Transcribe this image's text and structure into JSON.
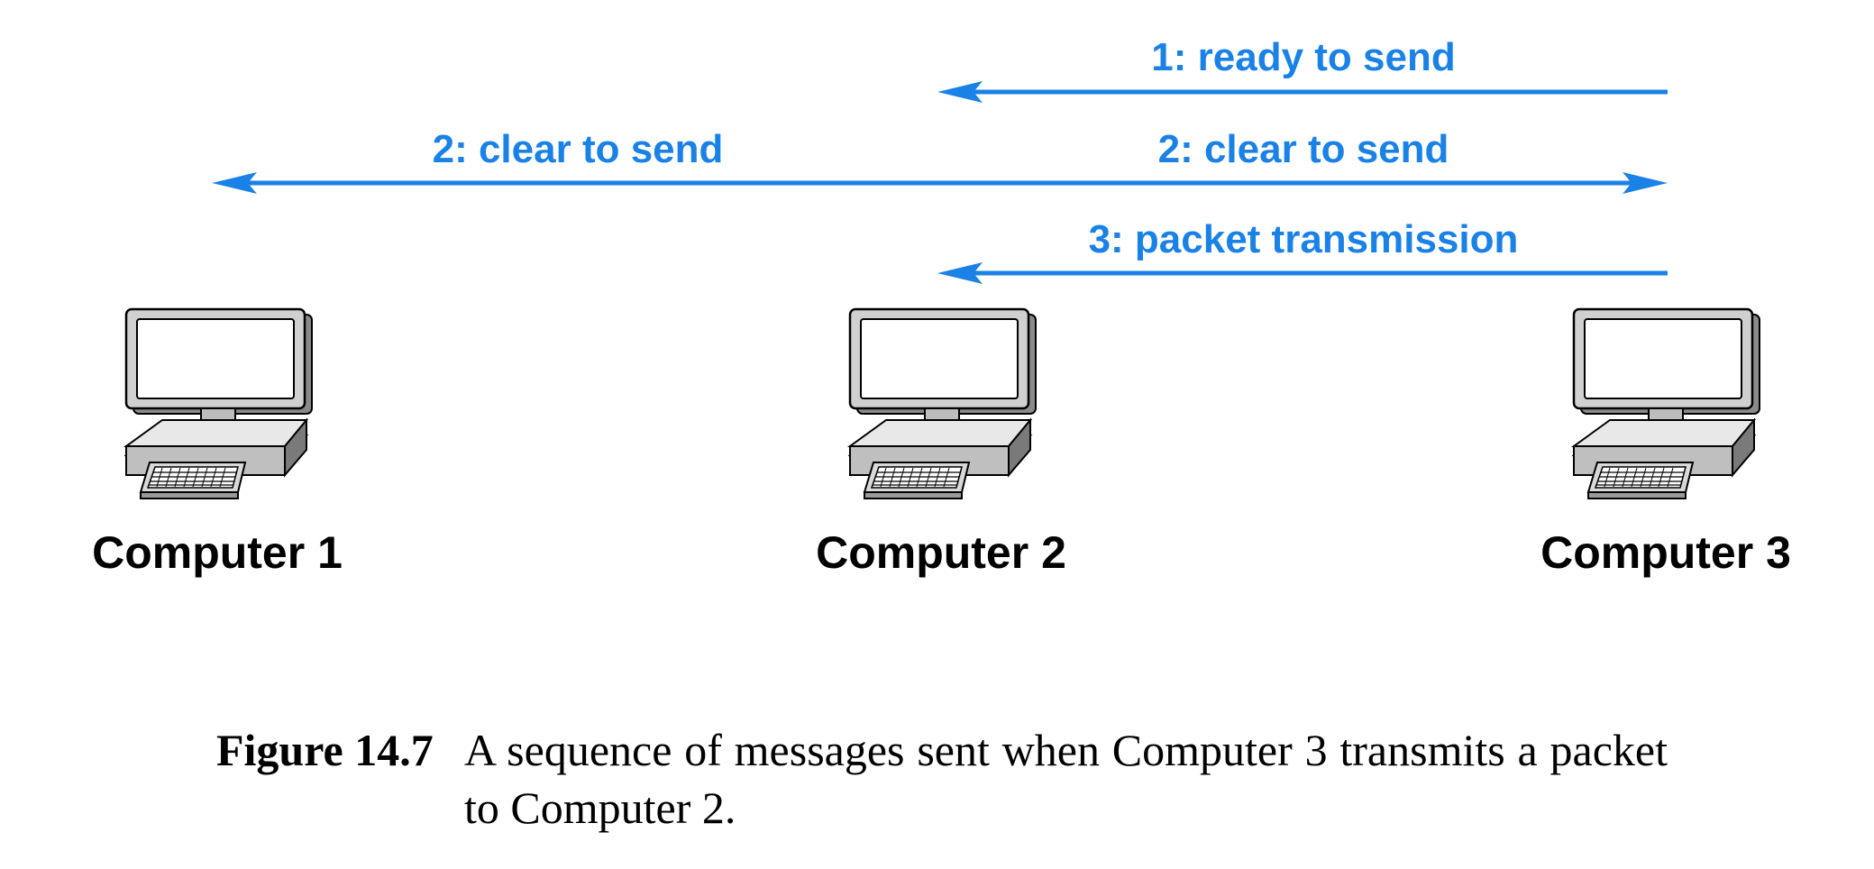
{
  "messages": [
    {
      "label": "1: ready to send"
    },
    {
      "label_left": "2: clear to send",
      "label_right": "2: clear to send"
    },
    {
      "label": "3: packet transmission"
    }
  ],
  "computers": [
    {
      "label": "Computer 1",
      "icon": "computer-icon"
    },
    {
      "label": "Computer 2",
      "icon": "computer-icon"
    },
    {
      "label": "Computer 3",
      "icon": "computer-icon"
    }
  ],
  "caption": {
    "number": "Figure 14.7",
    "text": "A sequence of messages sent when Computer 3 transmits a packet to Computer 2."
  },
  "colors": {
    "message": "#1a82e6",
    "text": "#000000"
  }
}
